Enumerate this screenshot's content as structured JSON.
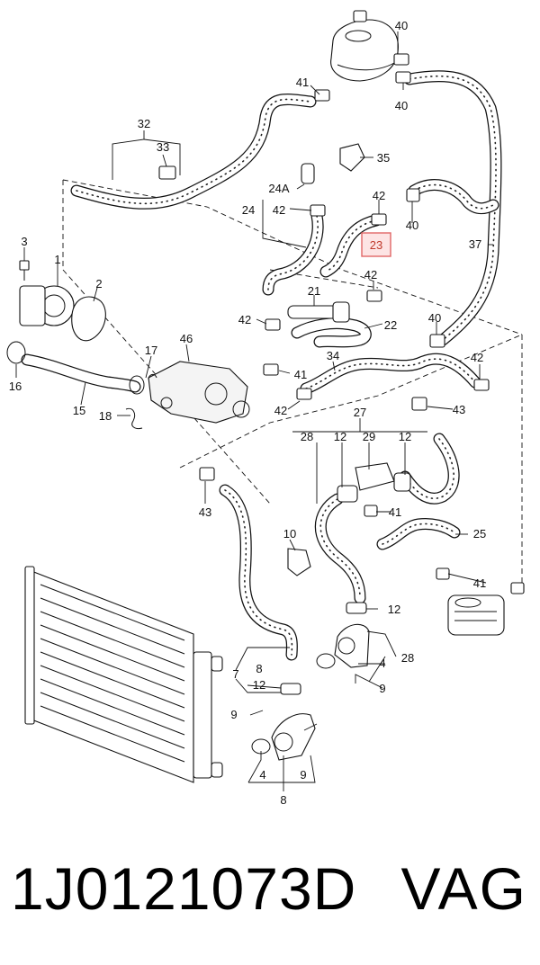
{
  "diagram": {
    "callouts": {
      "c40a": "40",
      "c40b": "40",
      "c40c": "40",
      "c40d": "40",
      "c41a": "41",
      "c41b": "41",
      "c41c": "41",
      "c41d": "41",
      "c42a": "42",
      "c42b": "42",
      "c42c": "42",
      "c42d": "42",
      "c42e": "42",
      "c42f": "42",
      "c32": "32",
      "c33": "33",
      "c35": "35",
      "c24a": "24A",
      "c24": "24",
      "c23": "23",
      "c37": "37",
      "c3": "3",
      "c1": "1",
      "c2": "2",
      "c21": "21",
      "c22": "22",
      "c17": "17",
      "c46": "46",
      "c34": "34",
      "c16": "16",
      "c15": "15",
      "c18": "18",
      "c43a": "43",
      "c43b": "43",
      "c27": "27",
      "c28a": "28",
      "c12a": "12",
      "c29": "29",
      "c12b": "12",
      "c25": "25",
      "c10": "10",
      "c12c": "12",
      "c28b": "28",
      "c7": "7",
      "c8a": "8",
      "c4a": "4",
      "c12d": "12",
      "c9a": "9",
      "c9b": "9",
      "c4b": "4",
      "c9c": "9",
      "c8b": "8"
    },
    "highlight_color": "#e06666"
  },
  "footer": {
    "part_number": "1J0121073D",
    "brand": "VAG"
  }
}
